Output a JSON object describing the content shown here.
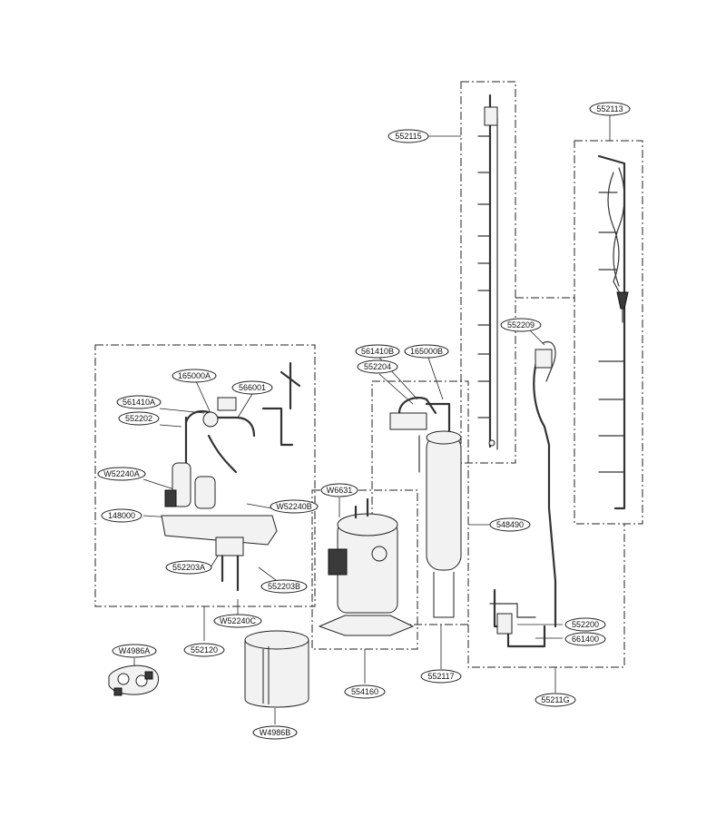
{
  "labels": {
    "p552115": "552115",
    "p552113": "552113",
    "p552209": "552209",
    "p561410B": "561410B",
    "p165000B": "165000B",
    "p552204": "552204",
    "p165000A": "165000A",
    "p566001": "566001",
    "p561410A": "561410A",
    "p552202": "552202",
    "pW52240A": "W52240A",
    "p148000": "148000",
    "pW52240B": "W52240B",
    "pW6631": "W6631",
    "p548490": "548490",
    "p552203A": "552203A",
    "p552203B": "552203B",
    "pW52240C": "W52240C",
    "p552200": "552200",
    "p661400": "661400",
    "pW4986A": "W4986A",
    "p552120": "552120",
    "p554160": "554160",
    "p552117": "552117",
    "p5521G": "55211G",
    "pW4986B": "W4986B"
  }
}
